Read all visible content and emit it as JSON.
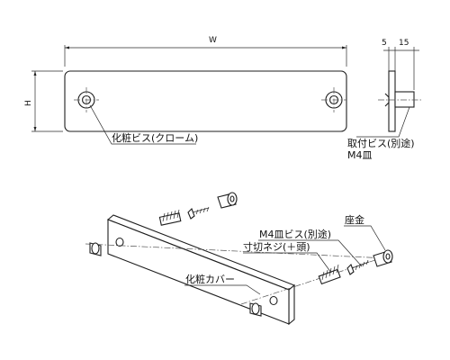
{
  "dimensions": {
    "width": "W",
    "height": "H",
    "depth_a": "5",
    "depth_b": "15"
  },
  "labels": {
    "cover_screw_cap": "化粧ビス(クローム)",
    "mounting_screw_line1": "取付ビス(別途)",
    "mounting_screw_line2": "M4皿",
    "m4_flat_screw": "M4皿ビス(別途)",
    "stud_bolt": "寸切ネジ(＋頭)",
    "washer": "座金",
    "decorative_cover": "化粧カバー"
  }
}
